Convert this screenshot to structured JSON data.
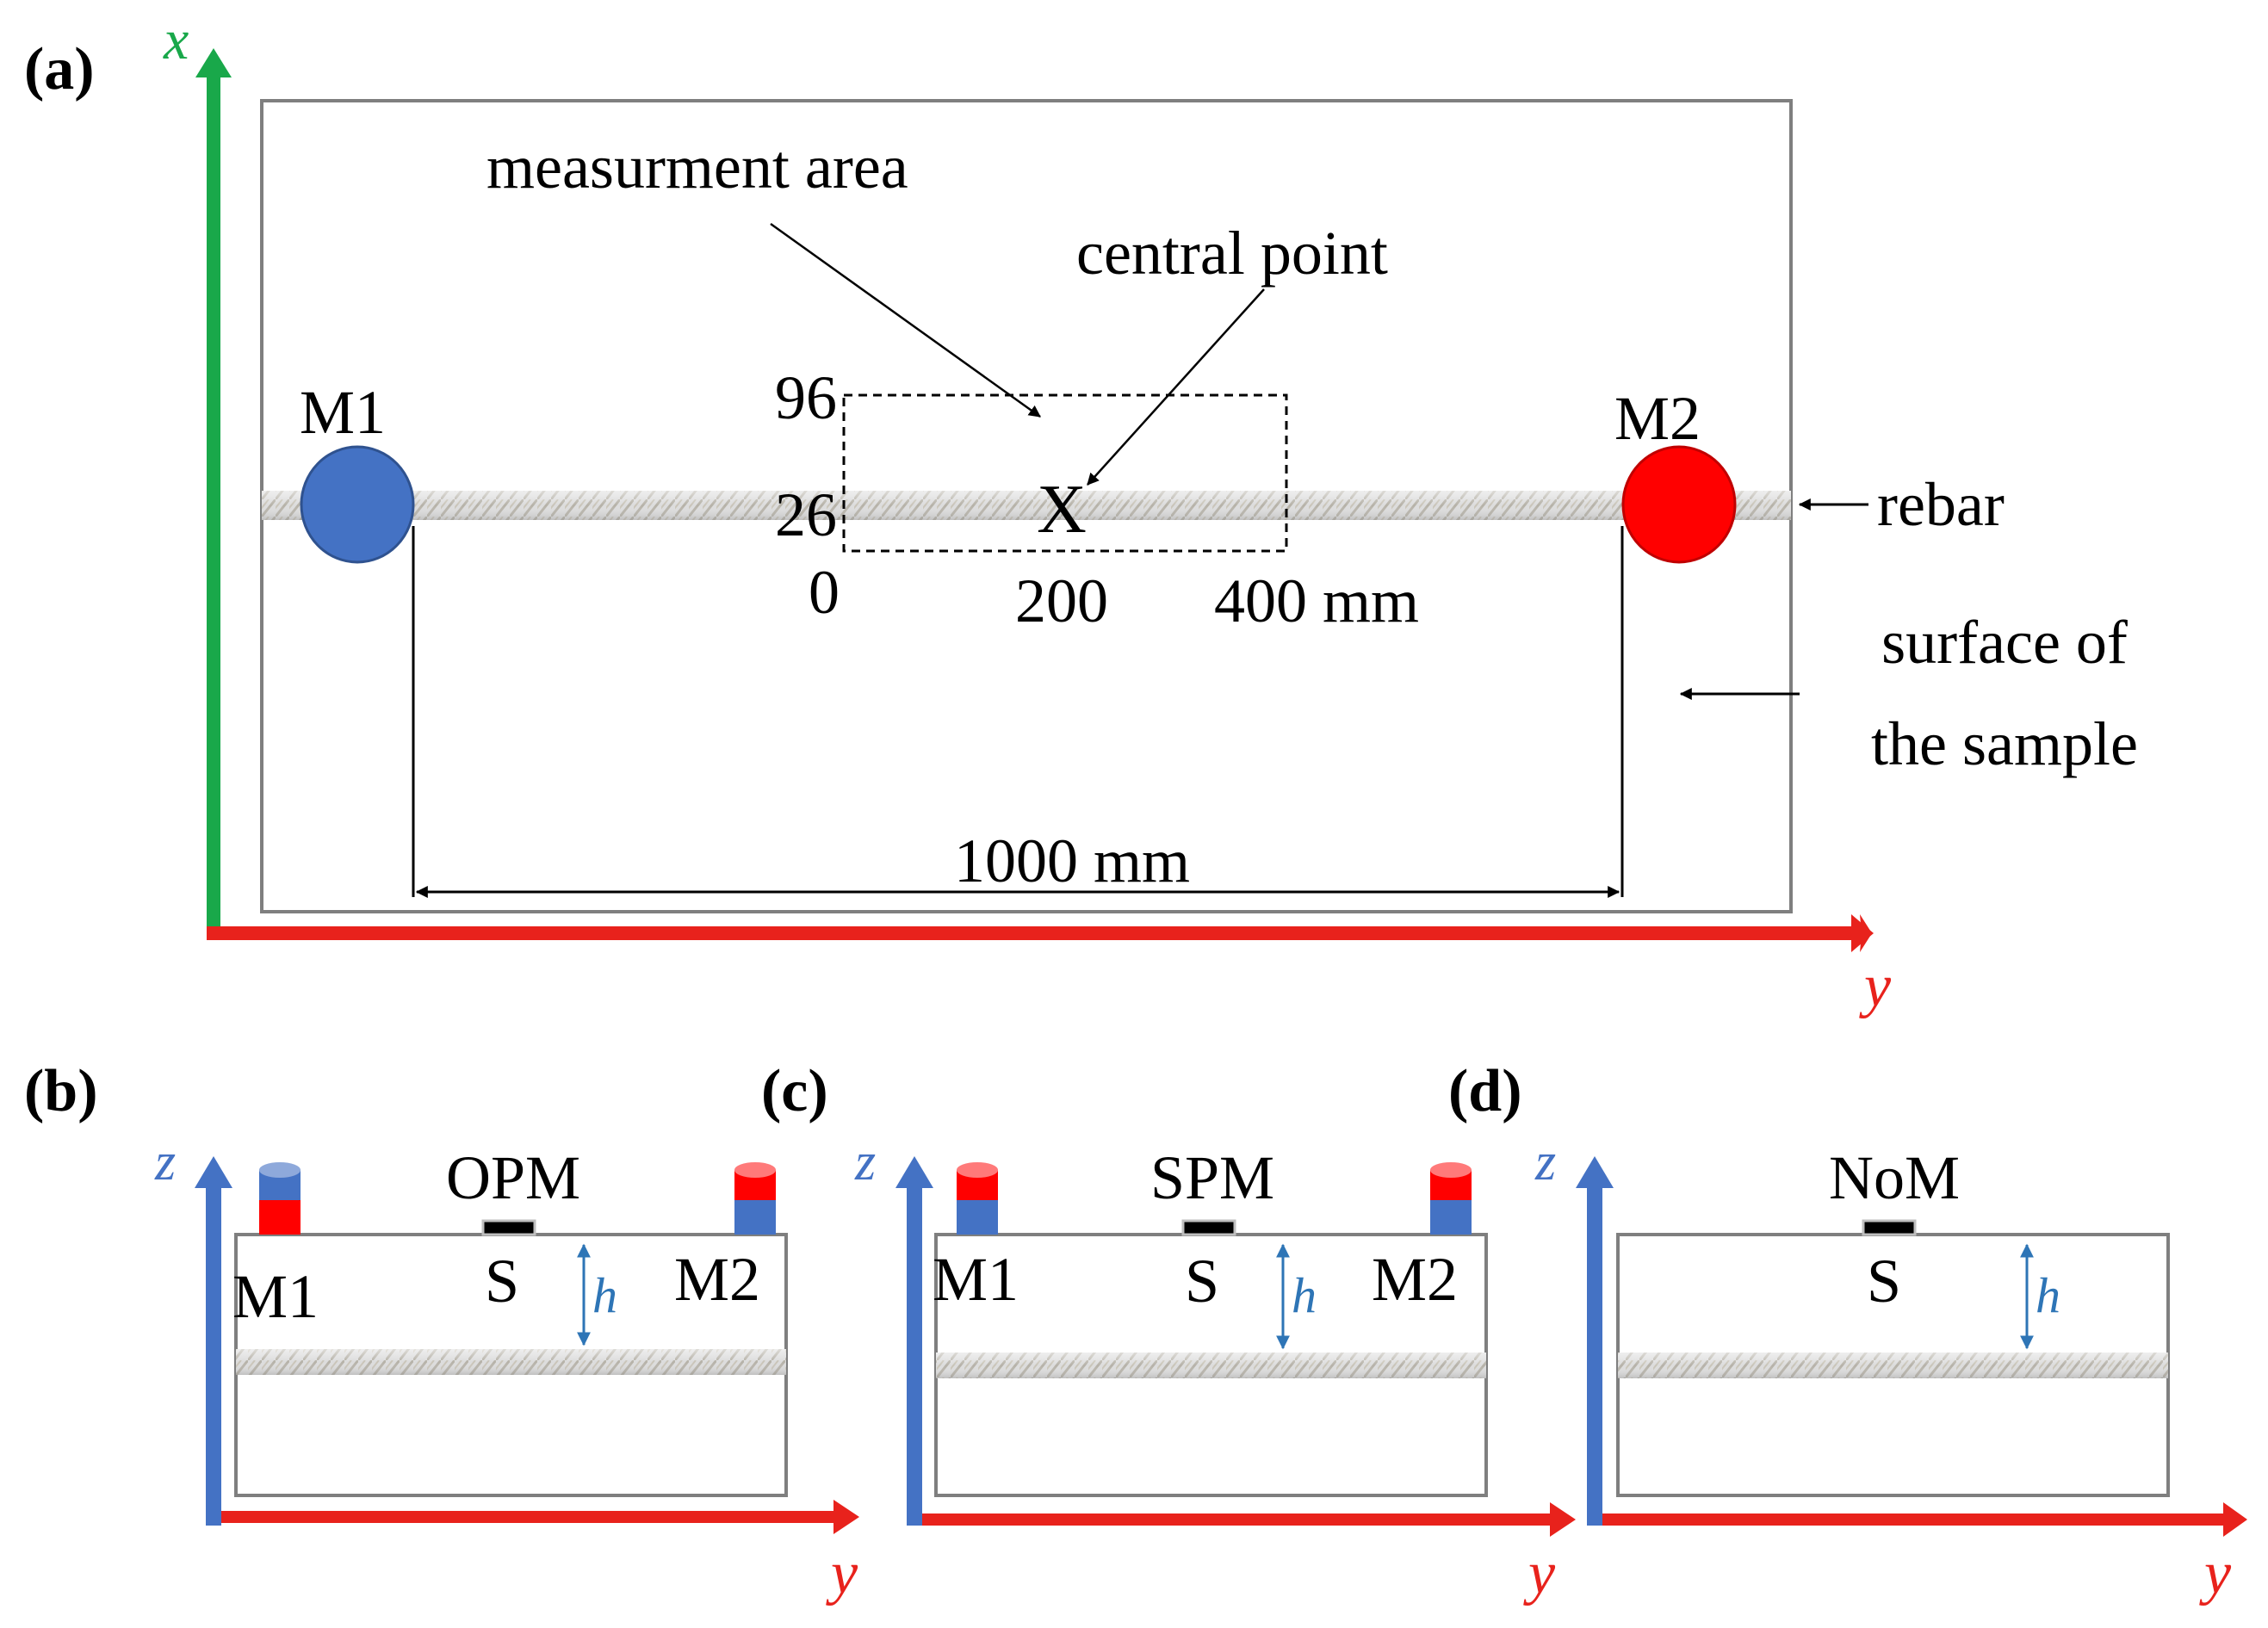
{
  "panels": {
    "a": {
      "label": "(a)",
      "axis_x": "x",
      "axis_y": "y",
      "annotation_measurement_area": "measurment area",
      "annotation_central_point": "central point",
      "magnet_left": "M1",
      "magnet_right": "M2",
      "center_mark": "X",
      "x_tick_top": "96",
      "x_tick_mid": "26",
      "y_tick_0": "0",
      "y_tick_200": "200",
      "y_tick_400": "400 mm",
      "rebar_label": "rebar",
      "surface_label_line1": "surface of",
      "surface_label_line2": "the sample",
      "distance_label": "1000 mm"
    },
    "b": {
      "label": "(b)",
      "title": "OPM",
      "axis_z": "z",
      "axis_y": "y",
      "magnet_left": "M1",
      "magnet_right": "M2",
      "sensor": "S",
      "height": "h"
    },
    "c": {
      "label": "(c)",
      "title": "SPM",
      "axis_z": "z",
      "axis_y": "y",
      "magnet_left": "M1",
      "magnet_right": "M2",
      "sensor": "S",
      "height": "h"
    },
    "d": {
      "label": "(d)",
      "title": "NoM",
      "axis_z": "z",
      "axis_y": "y",
      "sensor": "S",
      "height": "h"
    }
  },
  "colors": {
    "x_axis_green": "#19a84a",
    "y_axis_red": "#e8221c",
    "z_axis_blue": "#4472c4",
    "magnet_blue": "#4472c4",
    "magnet_red": "#ff0000",
    "height_arrow_blue": "#2e75b6",
    "frame_gray": "#7f7f7f"
  }
}
